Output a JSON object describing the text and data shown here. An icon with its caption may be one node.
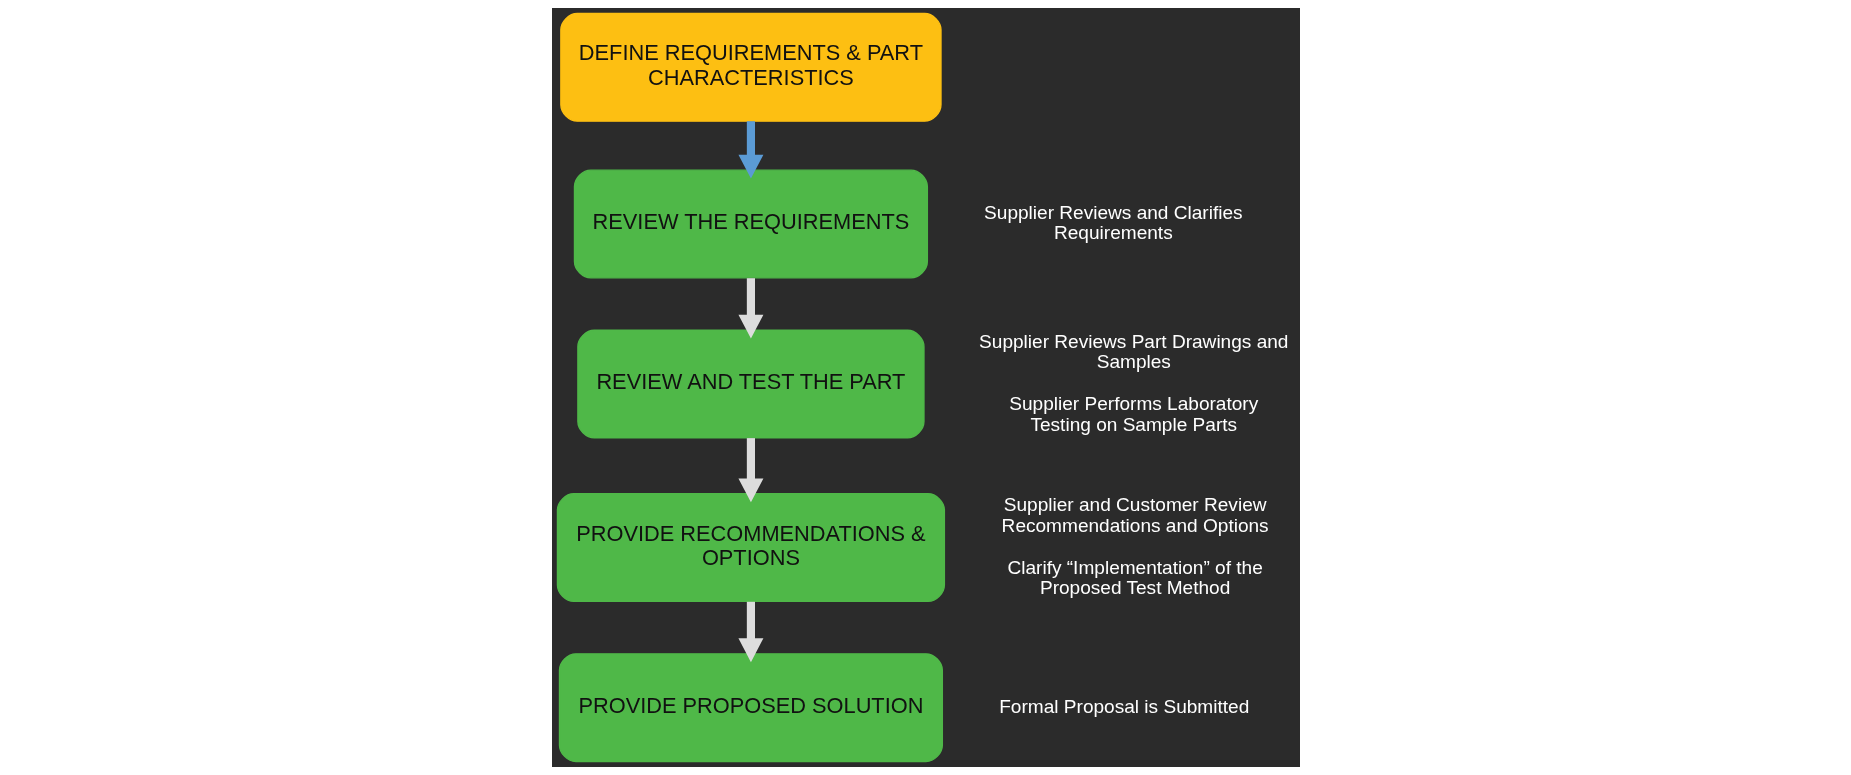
{
  "diagram": {
    "nodes": [
      {
        "text": [
          "DEFINE REQUIREMENTS & PART CHARACTERISTICS"
        ]
      },
      {
        "text": [
          "REVIEW THE REQUIREMENTS"
        ],
        "beside": [
          "Supplier Reviews and Clarifies Requirements"
        ]
      },
      {
        "text": [
          "REVIEW AND TEST THE PART"
        ],
        "beside": [
          "Supplier Reviews Part Drawings and Samples",
          "Supplier Performs Laboratory Testing on Sample Parts"
        ]
      },
      {
        "text": [
          "PROVIDE RECOMMENDATIONS & OPTIONS"
        ],
        "beside": [
          "Supplier and Customer Review Recommendations and Options",
          "Clarify “Implementation” of the Proposed Test Method"
        ]
      },
      {
        "text": [
          "PROVIDE PROPOSED SOLUTION"
        ],
        "beside": [
          "Formal Proposal is Submitted"
        ]
      }
    ],
    "edges": [
      {
        "from": 0,
        "to": 1,
        "arrow": "to",
        "color": "#5b9bd5"
      },
      {
        "from": 1,
        "to": 2,
        "arrow": "to"
      },
      {
        "from": 2,
        "to": 3,
        "arrow": "to"
      },
      {
        "from": 3,
        "to": 4,
        "arrow": "to"
      }
    ]
  }
}
